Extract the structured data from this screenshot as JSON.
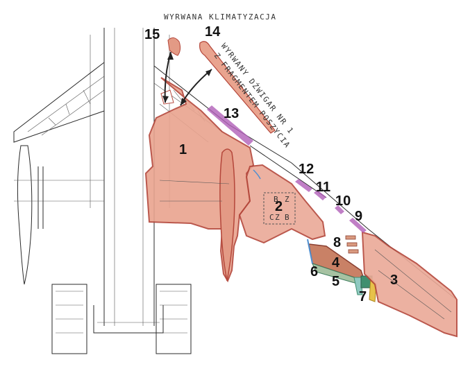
{
  "annotations": {
    "top_caption": "WYRWANA KLIMATYZACJA",
    "spar_caption": "WYRWANY DŹWIGAR NR 1",
    "spar_caption_line2": "Z FRAGMENTEM POSZYCIA",
    "panel2_letters": [
      "B",
      "Z",
      "CZ",
      "B"
    ]
  },
  "part_numbers": [
    "1",
    "2",
    "3",
    "4",
    "5",
    "6",
    "7",
    "8",
    "9",
    "10",
    "11",
    "12",
    "13",
    "14",
    "15"
  ],
  "colors": {
    "damage_fill": "#e9a48f",
    "damage_outline": "#b4463a",
    "purple_strip": "#b05fb8",
    "green_part": "#3f8f6f",
    "blue_edge": "#4f8fd0",
    "yellow_part": "#e7c24a"
  }
}
